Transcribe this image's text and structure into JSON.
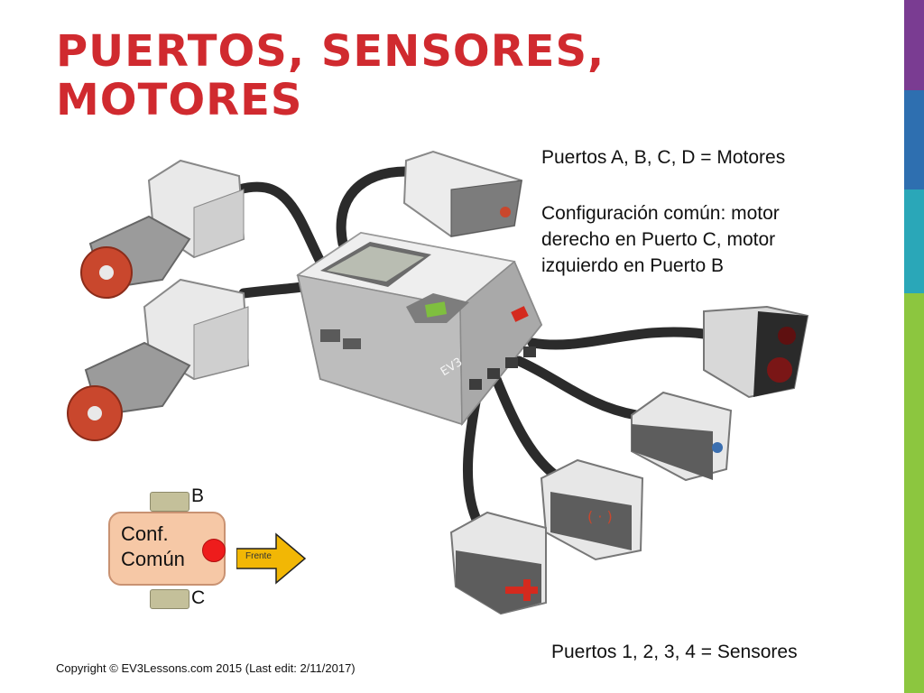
{
  "slide": {
    "title_line1": "PUERTOS, SENSORES,",
    "title_line2": "MOTORES",
    "motors_text": "Puertos A, B, C, D = Motores",
    "config_line1": "Configuración común: motor",
    "config_line2": "derecho en Puerto C, motor",
    "config_line3": "izquierdo en Puerto B",
    "sensors_text": "Puertos 1, 2, 3, 4 = Sensores",
    "copyright": "Copyright © EV3Lessons.com 2015 (Last edit: 2/11/2017)"
  },
  "diagram": {
    "port_b": "B",
    "port_c": "C",
    "conf_line1": "Conf.",
    "conf_line2": "Común",
    "arrow_label": "Frente"
  },
  "colors": {
    "title": "#d02a2f",
    "stripe_purple": "#7a3c92",
    "stripe_blue": "#2e6fb0",
    "stripe_teal": "#2aa7b8",
    "stripe_green": "#8cc63f",
    "arrow_fill": "#f2b705"
  },
  "icons": {
    "ev3_brick": "ev3-brick-icon",
    "large_motor": "large-motor-icon",
    "medium_motor": "medium-motor-icon",
    "touch_sensor": "touch-sensor-icon",
    "color_sensor": "color-sensor-icon",
    "gyro_sensor": "gyro-sensor-icon",
    "ultrasonic_sensor": "ultrasonic-sensor-icon"
  }
}
